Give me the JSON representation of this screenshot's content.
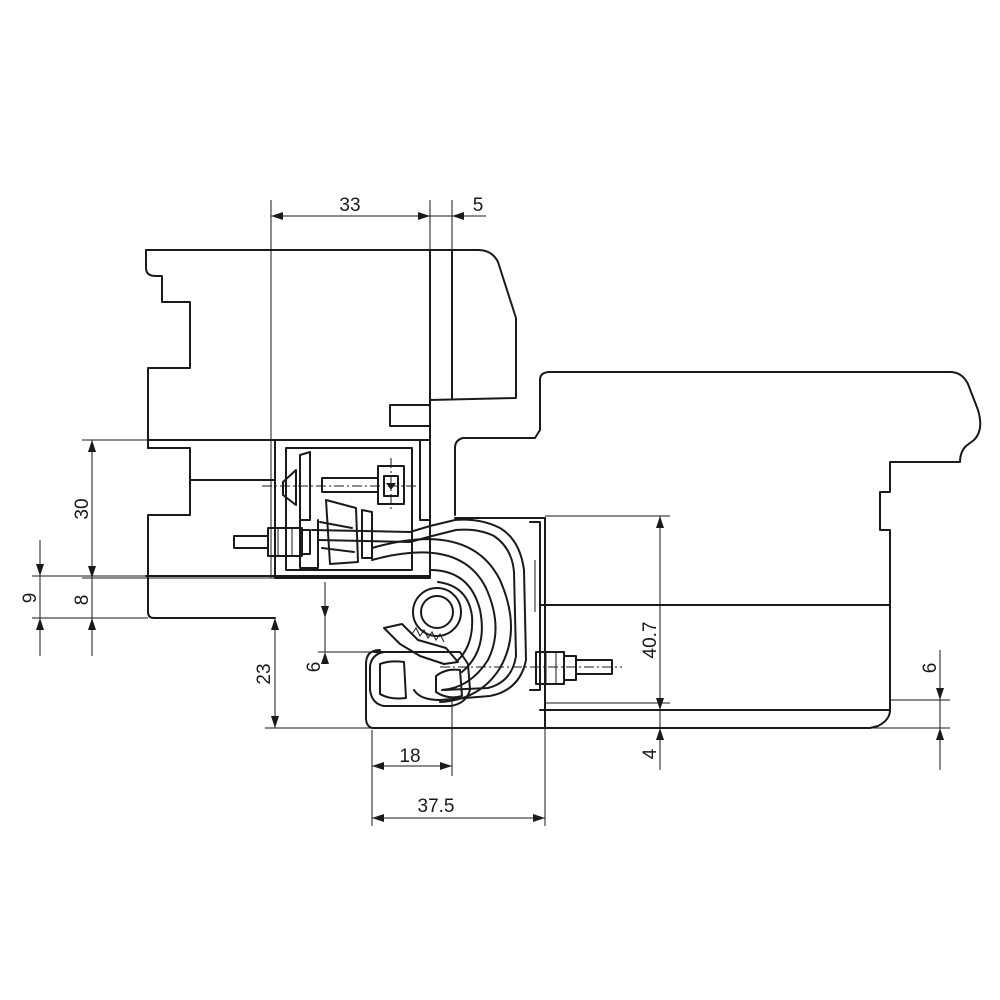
{
  "dimensions": {
    "d33": "33",
    "d5": "5",
    "d30": "30",
    "d9": "9",
    "d8": "8",
    "d23": "23",
    "d6_left": "6",
    "d18": "18",
    "d37_5": "37.5",
    "d40_7": "40.7",
    "d4": "4",
    "d6_right": "6"
  }
}
